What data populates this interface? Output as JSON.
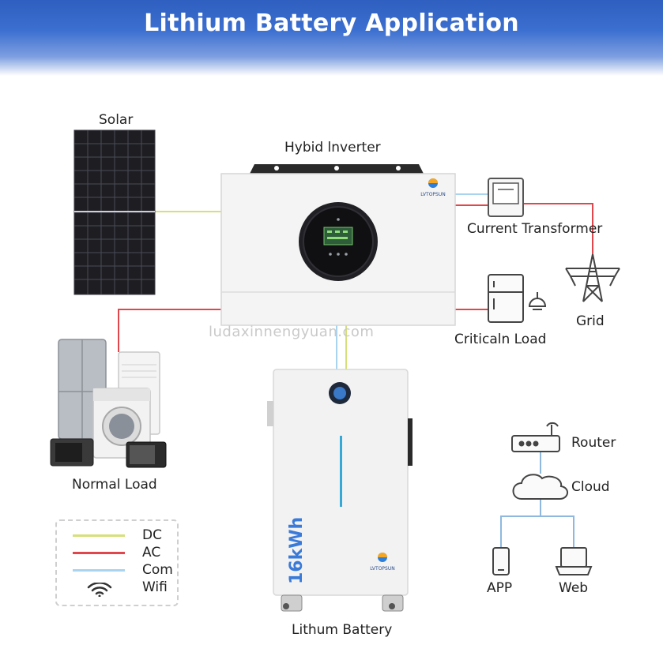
{
  "title": "Lithium Battery Application",
  "labels": {
    "solar": "Solar",
    "inverter": "Hybid lnverter",
    "current_transformer": "Current Transformer",
    "grid": "Grid",
    "critical_load": "Criticaln Load",
    "normal_load": "Normal Load",
    "battery": "Lithum Battery",
    "router": "Router",
    "cloud": "Cloud",
    "app": "APP",
    "web": "Web"
  },
  "brand": "LVTOPSUN",
  "battery_capacity": "16kWh",
  "watermark": "ludaxinnengyuan.com",
  "legend": [
    {
      "label": "DC",
      "color": "#d6e07a"
    },
    {
      "label": "AC",
      "color": "#e0474c"
    },
    {
      "label": "Com",
      "color": "#a9d4ef"
    },
    {
      "label": "Wifi",
      "icon": "wifi-icon"
    }
  ],
  "colors": {
    "dc": "#d6e07a",
    "ac": "#e0474c",
    "com": "#a9d4ef",
    "network": "#8fb8de",
    "banner": "#3b6fd0"
  }
}
